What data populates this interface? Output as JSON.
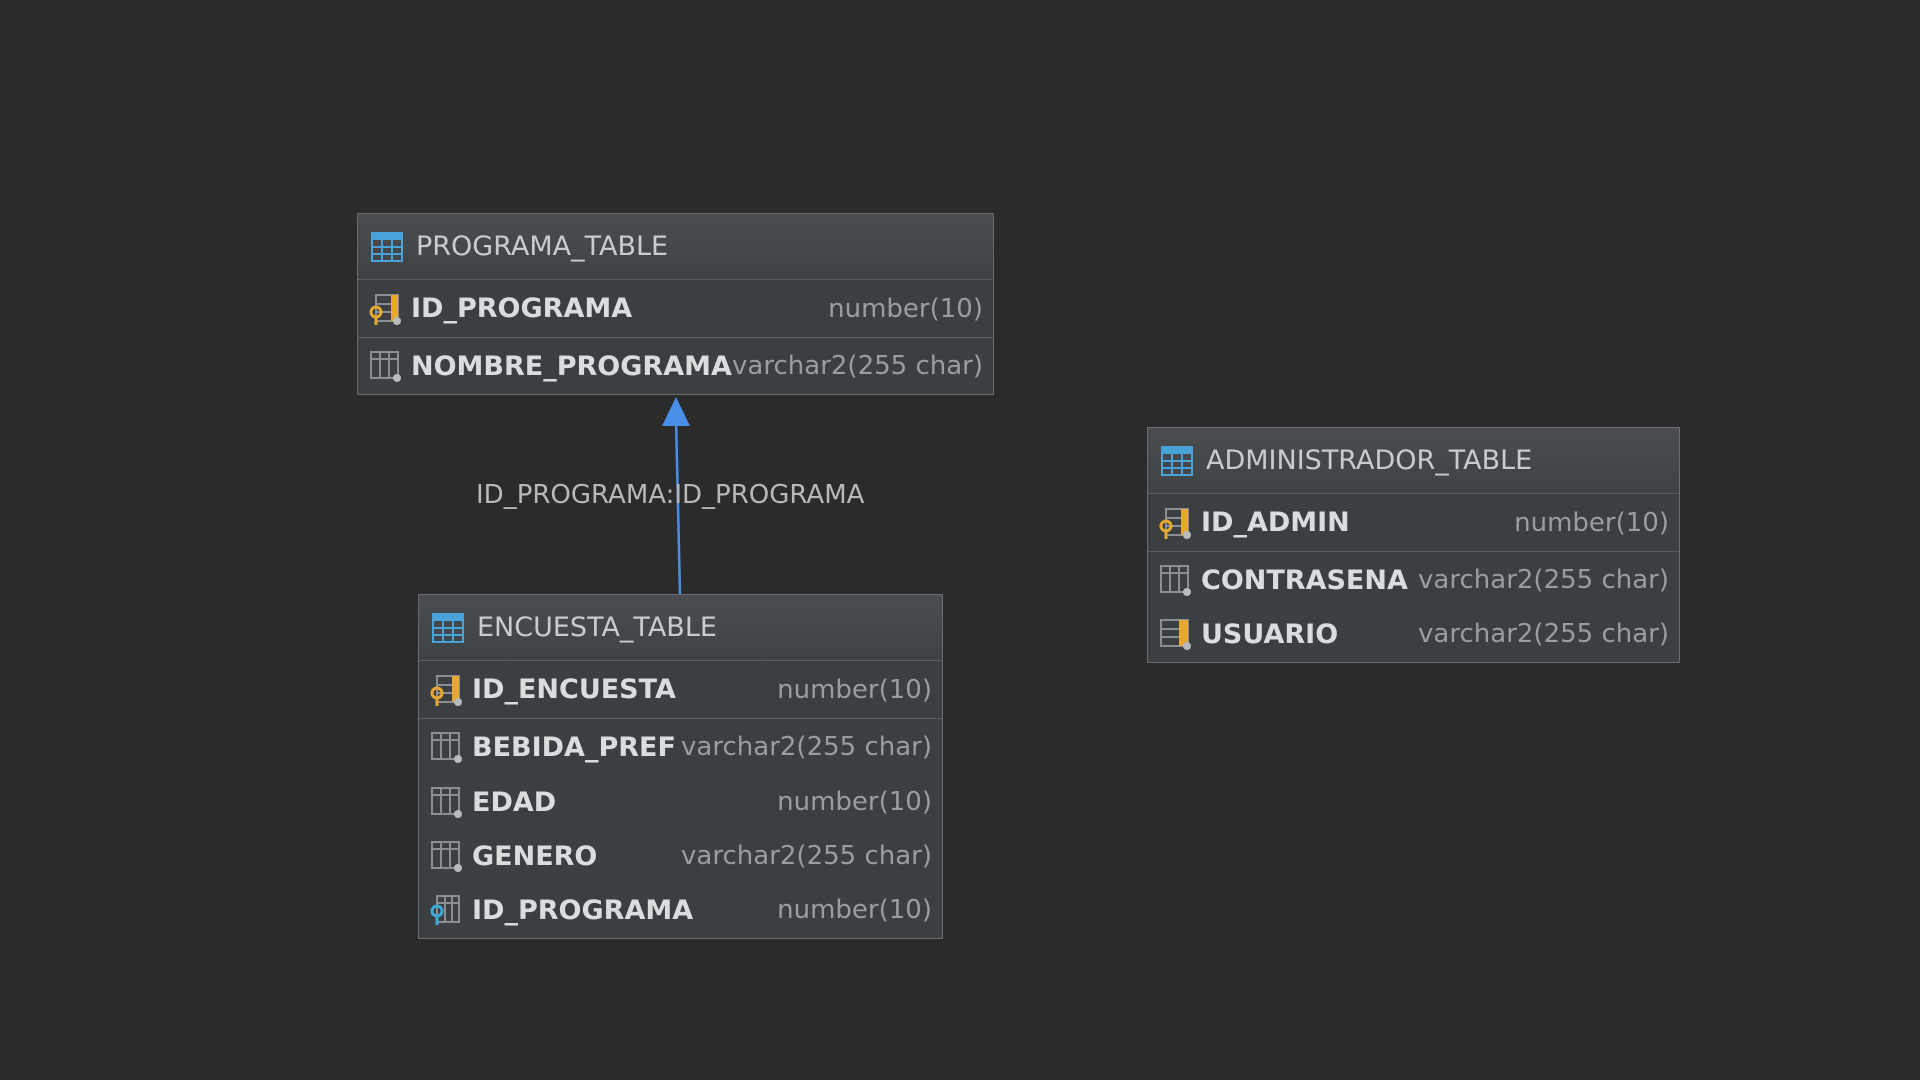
{
  "diagram": {
    "tables": {
      "programa": {
        "name": "PROGRAMA_TABLE",
        "columns": [
          {
            "name": "ID_PROGRAMA",
            "type": "number(10)",
            "key": "primary"
          },
          {
            "name": "NOMBRE_PROGRAMA",
            "type": "varchar2(255 char)",
            "key": "none"
          }
        ]
      },
      "encuesta": {
        "name": "ENCUESTA_TABLE",
        "columns": [
          {
            "name": "ID_ENCUESTA",
            "type": "number(10)",
            "key": "primary"
          },
          {
            "name": "BEBIDA_PREF",
            "type": "varchar2(255 char)",
            "key": "none"
          },
          {
            "name": "EDAD",
            "type": "number(10)",
            "key": "none"
          },
          {
            "name": "GENERO",
            "type": "varchar2(255 char)",
            "key": "none"
          },
          {
            "name": "ID_PROGRAMA",
            "type": "number(10)",
            "key": "foreign"
          }
        ]
      },
      "administrador": {
        "name": "ADMINISTRADOR_TABLE",
        "columns": [
          {
            "name": "ID_ADMIN",
            "type": "number(10)",
            "key": "primary"
          },
          {
            "name": "CONTRASENA",
            "type": "varchar2(255 char)",
            "key": "none"
          },
          {
            "name": "USUARIO",
            "type": "varchar2(255 char)",
            "key": "index"
          }
        ]
      }
    },
    "relationships": [
      {
        "from": "ENCUESTA_TABLE",
        "to": "PROGRAMA_TABLE",
        "label": "ID_PROGRAMA:ID_PROGRAMA"
      }
    ],
    "colors": {
      "background": "#2b2b2b",
      "table_fill": "#3c3f41",
      "relationship_line": "#4a8fe7",
      "primary_key": "#e6a82e",
      "foreign_key": "#3fa9d8",
      "table_icon": "#4aa3d8"
    },
    "icons": {
      "table": "table-icon",
      "primary_key": "primary-key-column-icon",
      "foreign_key": "foreign-key-column-icon",
      "column": "column-icon",
      "index": "indexed-column-icon"
    }
  }
}
